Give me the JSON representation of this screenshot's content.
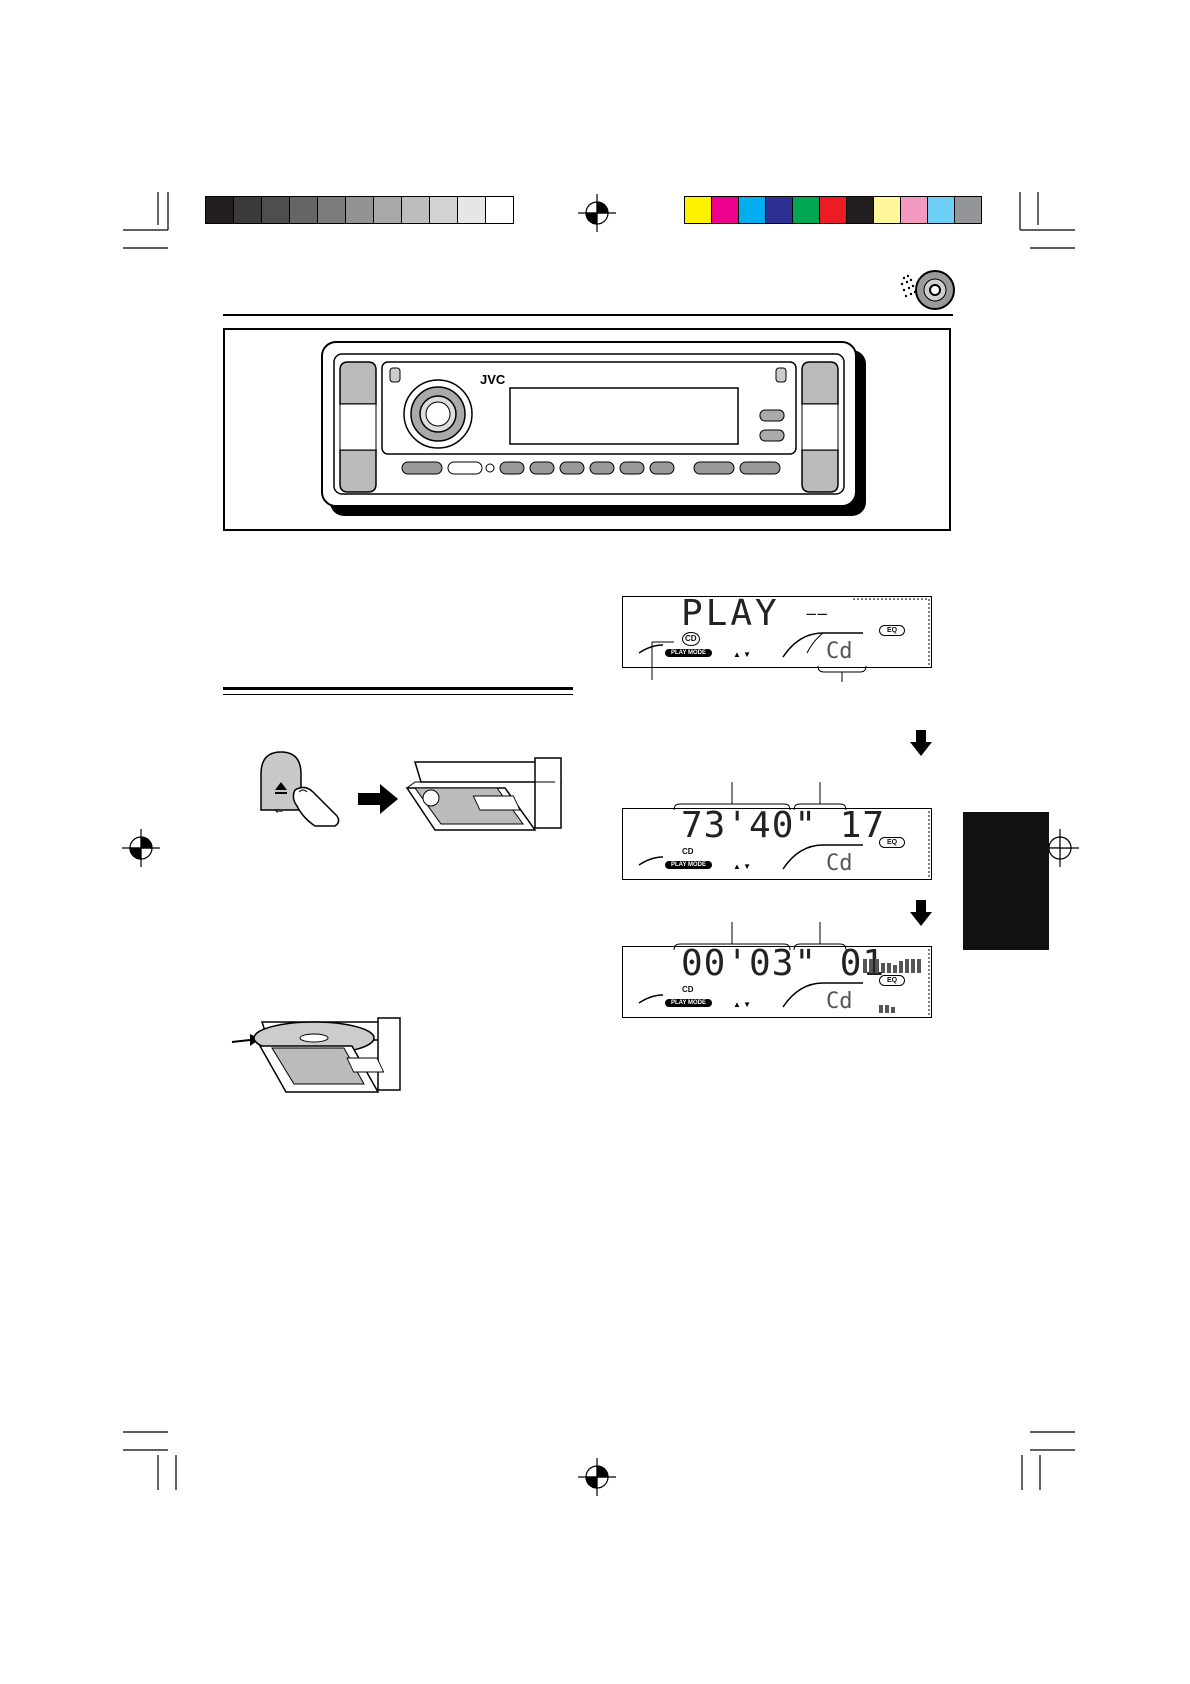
{
  "colors": {
    "gray_swatches": [
      "#231f20",
      "#3a3a3a",
      "#4e4e4e",
      "#666666",
      "#7c7c7c",
      "#939393",
      "#a8a8a8",
      "#bdbdbd",
      "#d2d2d2",
      "#e6e6e6",
      "#ffffff"
    ],
    "color_swatches": [
      "#fff200",
      "#ec008c",
      "#00aeef",
      "#2e3192",
      "#00a651",
      "#ed1c24",
      "#231f20",
      "#fff799",
      "#f49ac1",
      "#6dcff6",
      "#939598"
    ],
    "side_tab": "#111111"
  },
  "icons": {
    "section_icon": "cd-disc-icon",
    "registration_mark": "crosshair-target-icon",
    "step_arrow": "arrow-down-icon",
    "insert_arrow": "arrow-right-icon"
  },
  "panel": {
    "brand": "JVC"
  },
  "displays": [
    {
      "main": "PLAY",
      "disc_indicator": "CD",
      "play_mode": "PLAY MODE",
      "eq": "EQ",
      "source": "Cd"
    },
    {
      "main": "73'40\" 17",
      "disc_indicator": "CD",
      "play_mode": "PLAY MODE",
      "eq": "EQ",
      "source": "Cd"
    },
    {
      "main": "00'03\" 01",
      "disc_indicator": "CD",
      "play_mode": "PLAY MODE",
      "eq": "EQ",
      "source": "Cd"
    }
  ]
}
